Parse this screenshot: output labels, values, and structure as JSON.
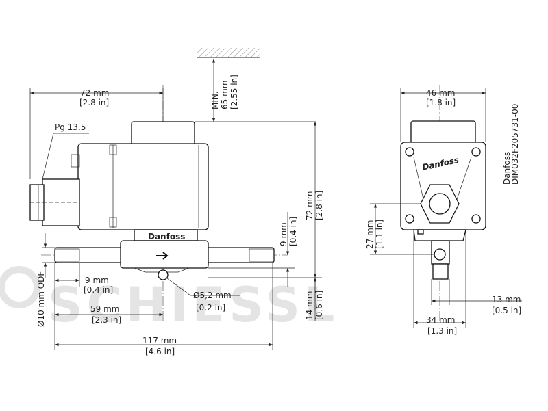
{
  "side_view": {
    "width_top": "72 mm",
    "width_top_in": "[2.8 in]",
    "clearance_a": "MIN.",
    "clearance_b": "65 mm",
    "clearance_in": "[2.55 in]",
    "connector": "Pg 13.5",
    "height": "72 mm",
    "height_in": "[2.8 in]",
    "pipe_offset": "9 mm",
    "pipe_offset_in": "[0.4 in]",
    "inlet_len": "9 mm",
    "inlet_len_in": "[0.4 in]",
    "hole": "Ø5,2 mm",
    "hole_in": "[0.2 in]",
    "bottom_h": "14 mm",
    "bottom_h_in": "[0.6 in]",
    "center_len": "59 mm",
    "center_len_in": "[2.3 in]",
    "total_len": "117 mm",
    "total_len_in": "[4.6 in]",
    "odf": "Ø10 mm ODF",
    "body_logo": "Danfoss"
  },
  "end_view": {
    "width": "46 mm",
    "width_in": "[1.8 in]",
    "pipe_h": "27 mm",
    "pipe_h_in": "[1.1 in]",
    "stub": "13 mm",
    "stub_in": "[0.5 in]",
    "base": "34 mm",
    "base_in": "[1.3 in]",
    "logo": "Danfoss"
  },
  "code": {
    "line1": "Danfoss",
    "line2": "DIM032F205731-00"
  },
  "watermark": "SCHIESSL"
}
